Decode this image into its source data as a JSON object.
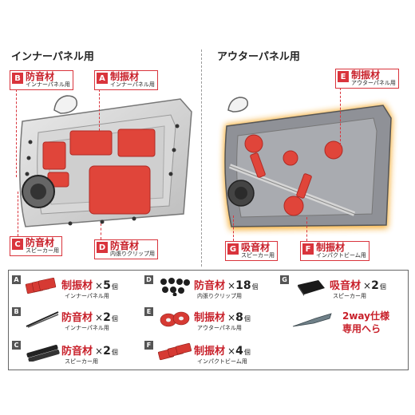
{
  "inner": {
    "title": "インナーパネル用",
    "callouts": [
      {
        "letter": "B",
        "name": "防音材",
        "sub": "インナーパネル用"
      },
      {
        "letter": "A",
        "name": "制振材",
        "sub": "インナーパネル用"
      },
      {
        "letter": "C",
        "name": "防音材",
        "sub": "スピーカー用"
      },
      {
        "letter": "D",
        "name": "防音材",
        "sub": "内張りクリップ用"
      }
    ]
  },
  "outer": {
    "title": "アウターパネル用",
    "callouts": [
      {
        "letter": "E",
        "name": "制振材",
        "sub": "アウターパネル用"
      },
      {
        "letter": "G",
        "name": "吸音材",
        "sub": "スピーカー用"
      },
      {
        "letter": "F",
        "name": "制振材",
        "sub": "インパクトビーム用"
      }
    ]
  },
  "kit": {
    "times": "×",
    "items": [
      {
        "letter": "A",
        "name": "制振材",
        "qty": "5",
        "unit": "個",
        "sub": "インナーパネル用"
      },
      {
        "letter": "B",
        "name": "防音材",
        "qty": "2",
        "unit": "個",
        "sub": "インナーパネル用"
      },
      {
        "letter": "C",
        "name": "防音材",
        "qty": "2",
        "unit": "個",
        "sub": "スピーカー用"
      },
      {
        "letter": "D",
        "name": "防音材",
        "qty": "18",
        "unit": "個",
        "sub": "内張りクリップ用"
      },
      {
        "letter": "E",
        "name": "制振材",
        "qty": "8",
        "unit": "個",
        "sub": "アウターパネル用"
      },
      {
        "letter": "F",
        "name": "制振材",
        "qty": "4",
        "unit": "個",
        "sub": "インパクトビーム用"
      },
      {
        "letter": "G",
        "name": "吸音材",
        "qty": "2",
        "unit": "個",
        "sub": "スピーカー用"
      }
    ],
    "spatula": {
      "line1": "2way仕様",
      "line2": "専用へら"
    }
  },
  "colors": {
    "accent": "#d9343c",
    "pad": "#e0453a",
    "outer_glow": "#f5a623"
  }
}
